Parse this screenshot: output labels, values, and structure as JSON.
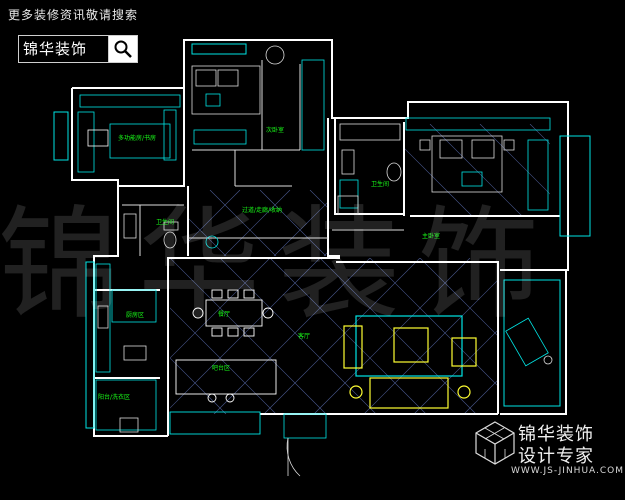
{
  "header": {
    "caption": "更多装修资讯敬请搜索",
    "search_brand": "锦华装饰"
  },
  "watermark": {
    "text": "锦华装饰"
  },
  "rooms": {
    "study": "多功能房/书房",
    "second_bedroom": "次卧室",
    "bath_small": "卫生间",
    "bath_master": "卫生间",
    "master_bedroom": "主卧室",
    "corridor": "过道/走廊/收纳",
    "kitchen": "厨房区",
    "dining": "餐厅",
    "living": "客厅",
    "bar": "吧台区",
    "balcony": "阳台/洗衣区"
  },
  "logo": {
    "line1": "锦华装饰",
    "line2": "设计专家",
    "url": "WWW.JS-JINHUA.COM"
  },
  "colors": {
    "background": "#000000",
    "walls": "#ffffff",
    "furniture": "#00e5e5",
    "labels": "#19ff19",
    "sofa": "#ffff33",
    "floor_grid": "#5a6aa0"
  },
  "icons": [
    "search-icon",
    "cube-logo-icon"
  ]
}
